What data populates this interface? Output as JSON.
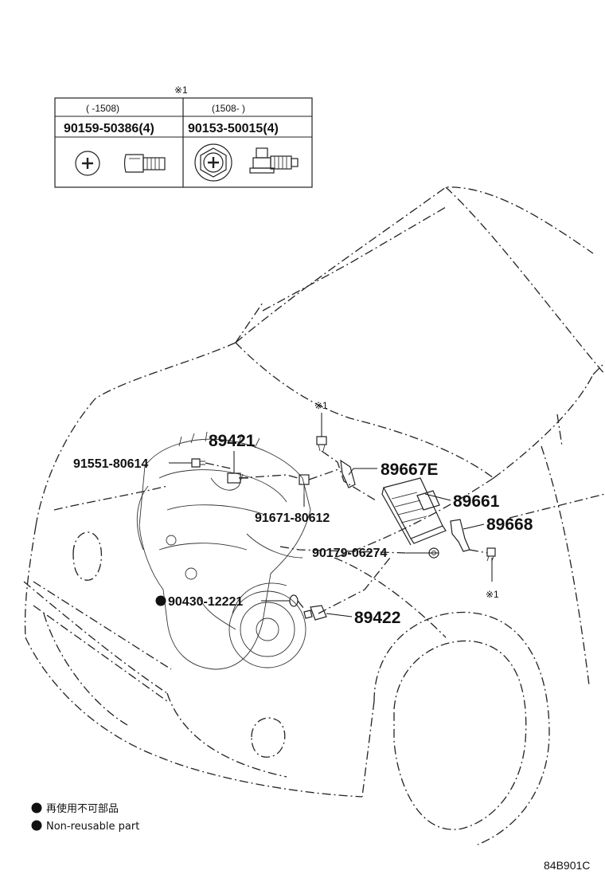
{
  "fastener_table": {
    "note_mark": "※1",
    "columns": [
      {
        "range": "(     -1508)",
        "part_number": "90159-50386(4)",
        "icons": [
          "screw-head-front-icon",
          "screw-side-icon"
        ]
      },
      {
        "range": "(1508-      )",
        "part_number": "90153-50015(4)",
        "icons": [
          "flange-screw-head-front-icon",
          "flange-screw-side-icon"
        ]
      }
    ]
  },
  "callouts": {
    "p89421": "89421",
    "p91551": "91551-80614",
    "p89667e": "89667E",
    "p91671": "91671-80612",
    "p89661": "89661",
    "p89668": "89668",
    "p90179": "90179-06274",
    "p90430": "90430-12221",
    "p89422": "89422",
    "mark_upper": "※1",
    "mark_lower": "※1"
  },
  "legend": {
    "items": [
      {
        "symbol": "filled-circle",
        "text": "再使用不可部品"
      },
      {
        "symbol": "filled-circle",
        "text": "Non-reusable part"
      }
    ]
  },
  "diagram_code": "84B901C",
  "colors": {
    "ink": "#111111",
    "background": "#ffffff"
  }
}
